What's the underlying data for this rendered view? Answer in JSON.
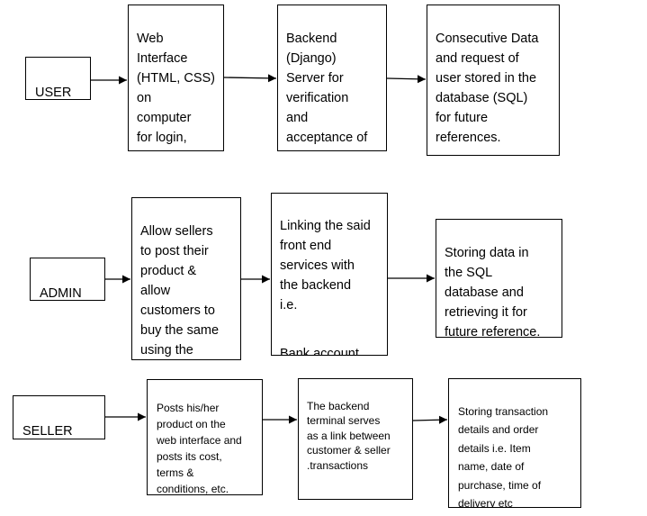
{
  "rows": {
    "user": {
      "actor": "USER",
      "step1": "Web\nInterface\n(HTML, CSS)\non\ncomputer\nfor login,\nregistration",
      "step2": "Backend\n(Django)\nServer for\nverification\nand\nacceptance of\ndata entered",
      "step3": "Consecutive Data\nand request of\nuser stored in the\ndatabase (SQL)\nfor future\nreferences."
    },
    "admin": {
      "actor": "ADMIN",
      "step1": "Allow sellers\nto post their\nproduct &\nallow\ncustomers to\nbuy the same\nusing the\ninterface.",
      "step2_a": "Linking the said\nfront end\nservices with\nthe backend\ni.e.",
      "step2_b": "Bank account\nof seller,",
      "step3": "Storing data in\nthe SQL\ndatabase and\nretrieving it for\nfuture reference."
    },
    "seller": {
      "actor": "SELLER",
      "step1": "Posts his/her\nproduct on the\nweb interface and\nposts its cost,\nterms &\nconditions, etc.",
      "step2": "The backend\nterminal serves\nas a link between\ncustomer & seller\n.transactions",
      "step3_text": "Storing transaction\ndetails and order\ndetails i.e. Item\nname, date of\npurchase, time of\ndelivery ",
      "step3_flagged": "etc"
    }
  },
  "colors": {
    "line": "#000000",
    "spellcheck": "#d00000"
  }
}
